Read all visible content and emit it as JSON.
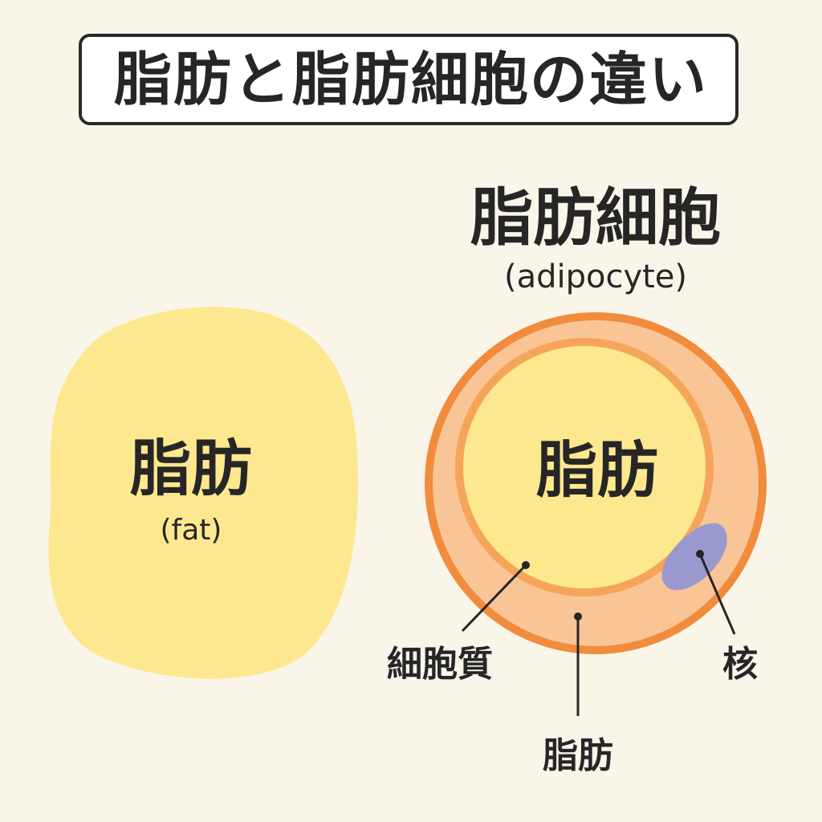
{
  "title": "脂肪と脂肪細胞の違い",
  "fat": {
    "label": "脂肪",
    "sublabel": "(fat)"
  },
  "adipocyte": {
    "title": "脂肪細胞",
    "subtitle": "(adipocyte)",
    "inner_label": "脂肪",
    "callouts": {
      "cytoplasm": "細胞質",
      "fat": "脂肪",
      "nucleus": "核"
    }
  },
  "colors": {
    "background": "#faf5e9",
    "fat_yellow": "#fde88f",
    "cell_outer": "#f08c3c",
    "cytoplasm": "#f9c596",
    "inner_ring": "#f5a55a",
    "nucleus": "#9a99cf",
    "text": "#262626"
  }
}
